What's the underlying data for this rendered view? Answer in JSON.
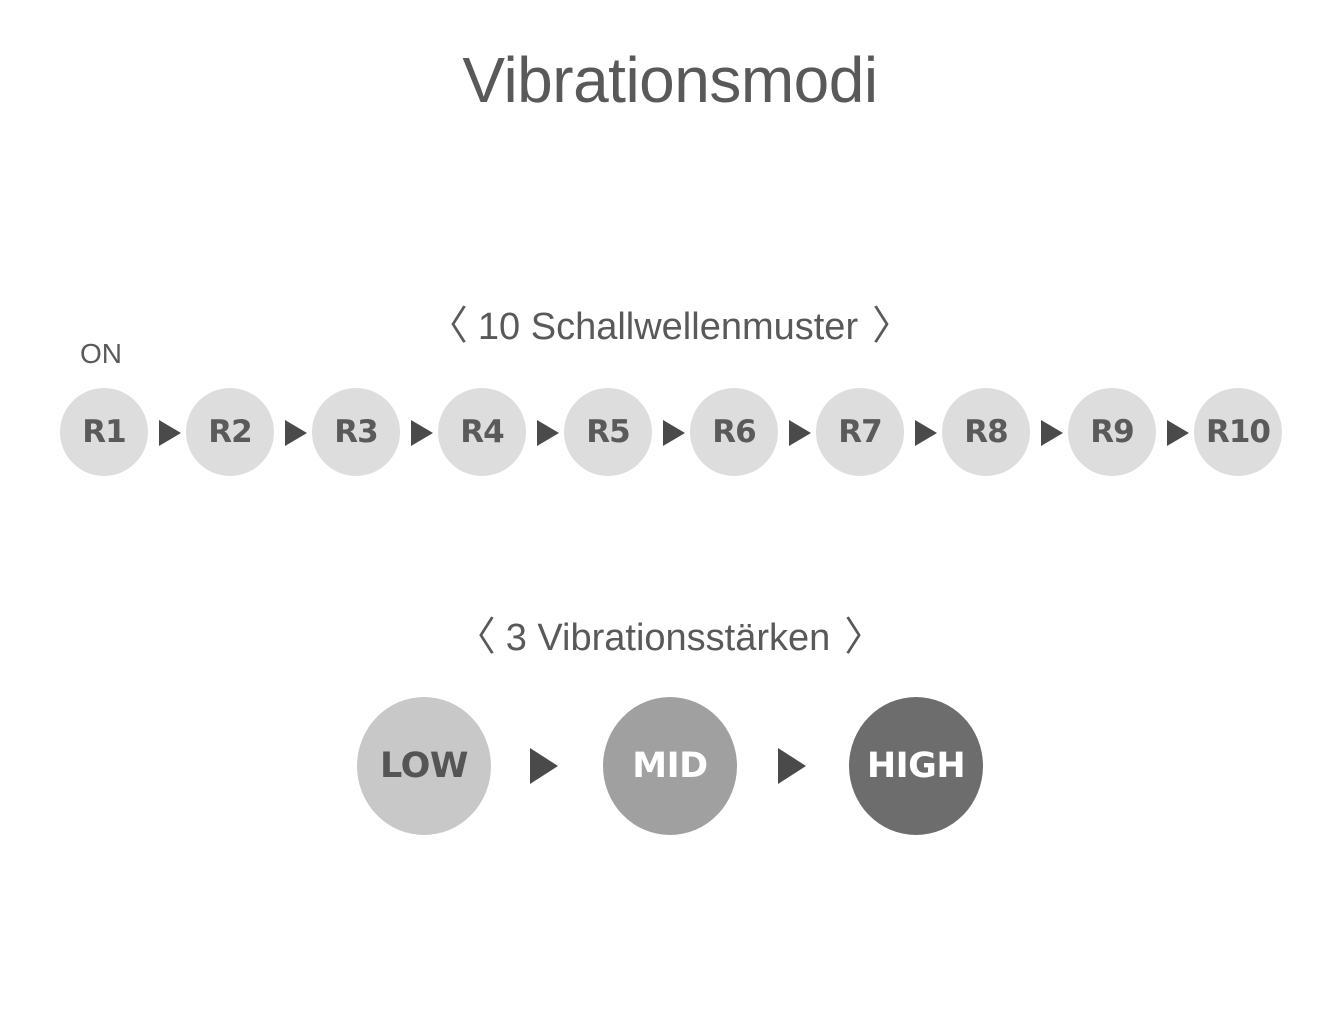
{
  "title": "Vibrationsmodi",
  "patterns": {
    "bracket_left": "〈",
    "heading": "10 Schallwellenmuster",
    "bracket_right": "〉",
    "on_label": "ON",
    "modes": [
      "R1",
      "R2",
      "R3",
      "R4",
      "R5",
      "R6",
      "R7",
      "R8",
      "R9",
      "R10"
    ],
    "circle_color": "#dddddd",
    "text_color": "#5a5a5a"
  },
  "levels": {
    "bracket_left": "〈",
    "heading": "3 Vibrationsstärken",
    "bracket_right": "〉",
    "items": [
      {
        "label": "LOW",
        "color": "#c8c8c8",
        "text_color": "#555555"
      },
      {
        "label": "MID",
        "color": "#a0a0a0",
        "text_color": "#ffffff"
      },
      {
        "label": "HIGH",
        "color": "#6e6d6e",
        "text_color": "#ffffff"
      }
    ]
  },
  "arrow_color": "#4a4a4a"
}
